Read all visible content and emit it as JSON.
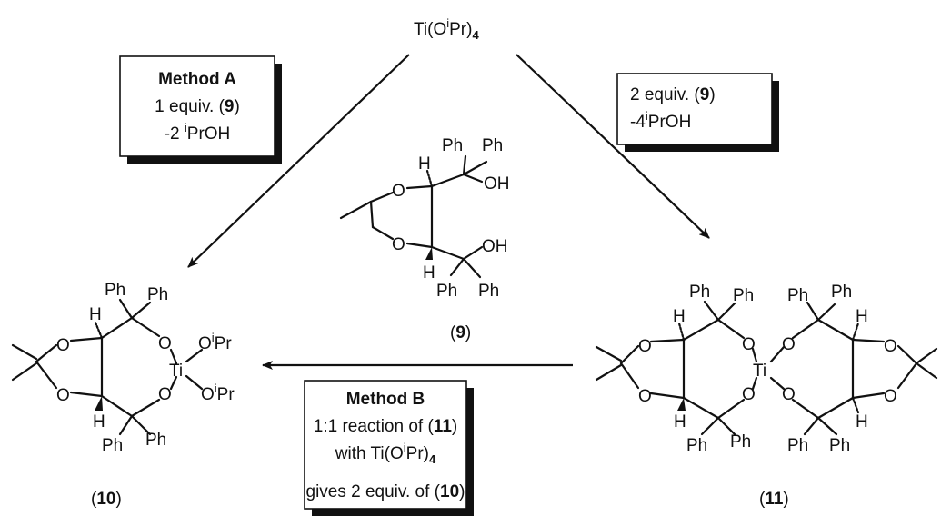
{
  "reagent": {
    "base": "Ti(O",
    "sup": "i",
    "rest": "Pr)",
    "sub": "4"
  },
  "method_a": {
    "title": "Method A",
    "line1_pre": "1 equiv. (",
    "line1_ref": "9",
    "line1_post": ")",
    "line2_pre": "-2 ",
    "line2_sup": "i",
    "line2_post": "PrOH"
  },
  "right_conditions": {
    "line1_pre": "2 equiv. (",
    "line1_ref": "9",
    "line1_post": ")",
    "line2_pre": "-4",
    "line2_sup": "i",
    "line2_post": "PrOH"
  },
  "method_b": {
    "title": "Method B",
    "line1_pre": "1:1 reaction of (",
    "line1_ref": "11",
    "line1_post": ")",
    "line2_pre": "with Ti(O",
    "line2_sup": "i",
    "line2_mid": "Pr)",
    "line2_sub": "4",
    "line3_pre": "gives 2 equiv. of (",
    "line3_ref": "10",
    "line3_post": ")"
  },
  "compounds": {
    "c9": {
      "pre": "(",
      "num": "9",
      "post": ")"
    },
    "c10": {
      "pre": "(",
      "num": "10",
      "post": ")"
    },
    "c11": {
      "pre": "(",
      "num": "11",
      "post": ")"
    }
  },
  "atoms": {
    "O": "O",
    "H": "H",
    "Ph": "Ph",
    "OH": "OH",
    "Ti": "Ti",
    "OiPr_base": "O",
    "OiPr_sup": "i",
    "OiPr_rest": "Pr"
  }
}
